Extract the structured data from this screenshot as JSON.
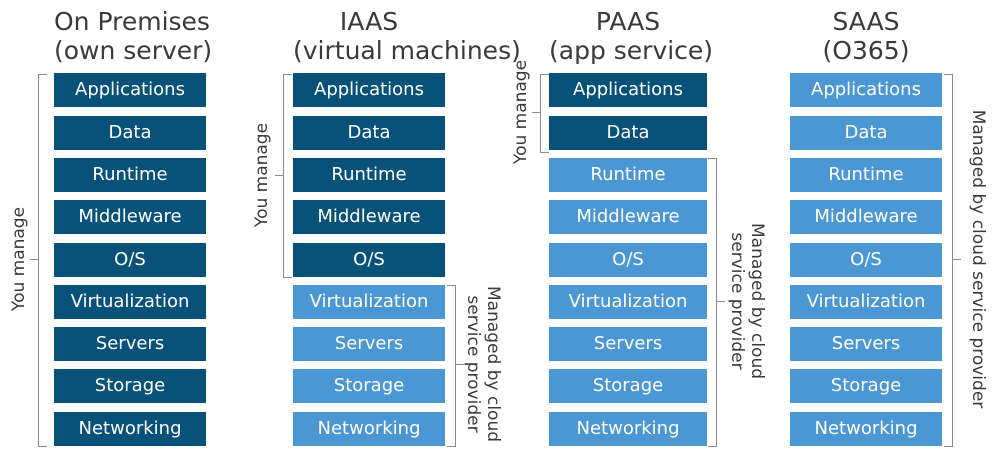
{
  "columns": [
    {
      "title_line1": "On Premises",
      "title_line2": "(own server)",
      "layers": [
        "Applications",
        "Data",
        "Runtime",
        "Middleware",
        "O/S",
        "Virtualization",
        "Servers",
        "Storage",
        "Networking"
      ],
      "you_manage_label": "You manage"
    },
    {
      "title_line1": "IAAS",
      "title_line2": "(virtual machines)",
      "layers": [
        "Applications",
        "Data",
        "Runtime",
        "Middleware",
        "O/S",
        "Virtualization",
        "Servers",
        "Storage",
        "Networking"
      ],
      "you_manage_label": "You manage",
      "provider_label_line1": "Managed by cloud",
      "provider_label_line2": "service provider"
    },
    {
      "title_line1": "PAAS",
      "title_line2": "(app service)",
      "layers": [
        "Applications",
        "Data",
        "Runtime",
        "Middleware",
        "O/S",
        "Virtualization",
        "Servers",
        "Storage",
        "Networking"
      ],
      "you_manage_label": "You manage",
      "provider_label_line1": "Managed by cloud",
      "provider_label_line2": "service provider"
    },
    {
      "title_line1": "SAAS",
      "title_line2": "(O365)",
      "layers": [
        "Applications",
        "Data",
        "Runtime",
        "Middleware",
        "O/S",
        "Virtualization",
        "Servers",
        "Storage",
        "Networking"
      ],
      "provider_label_line1": "Managed by cloud service provider"
    }
  ],
  "colors": {
    "you_manage": "#08527a",
    "provider_managed": "#4b97d3"
  }
}
